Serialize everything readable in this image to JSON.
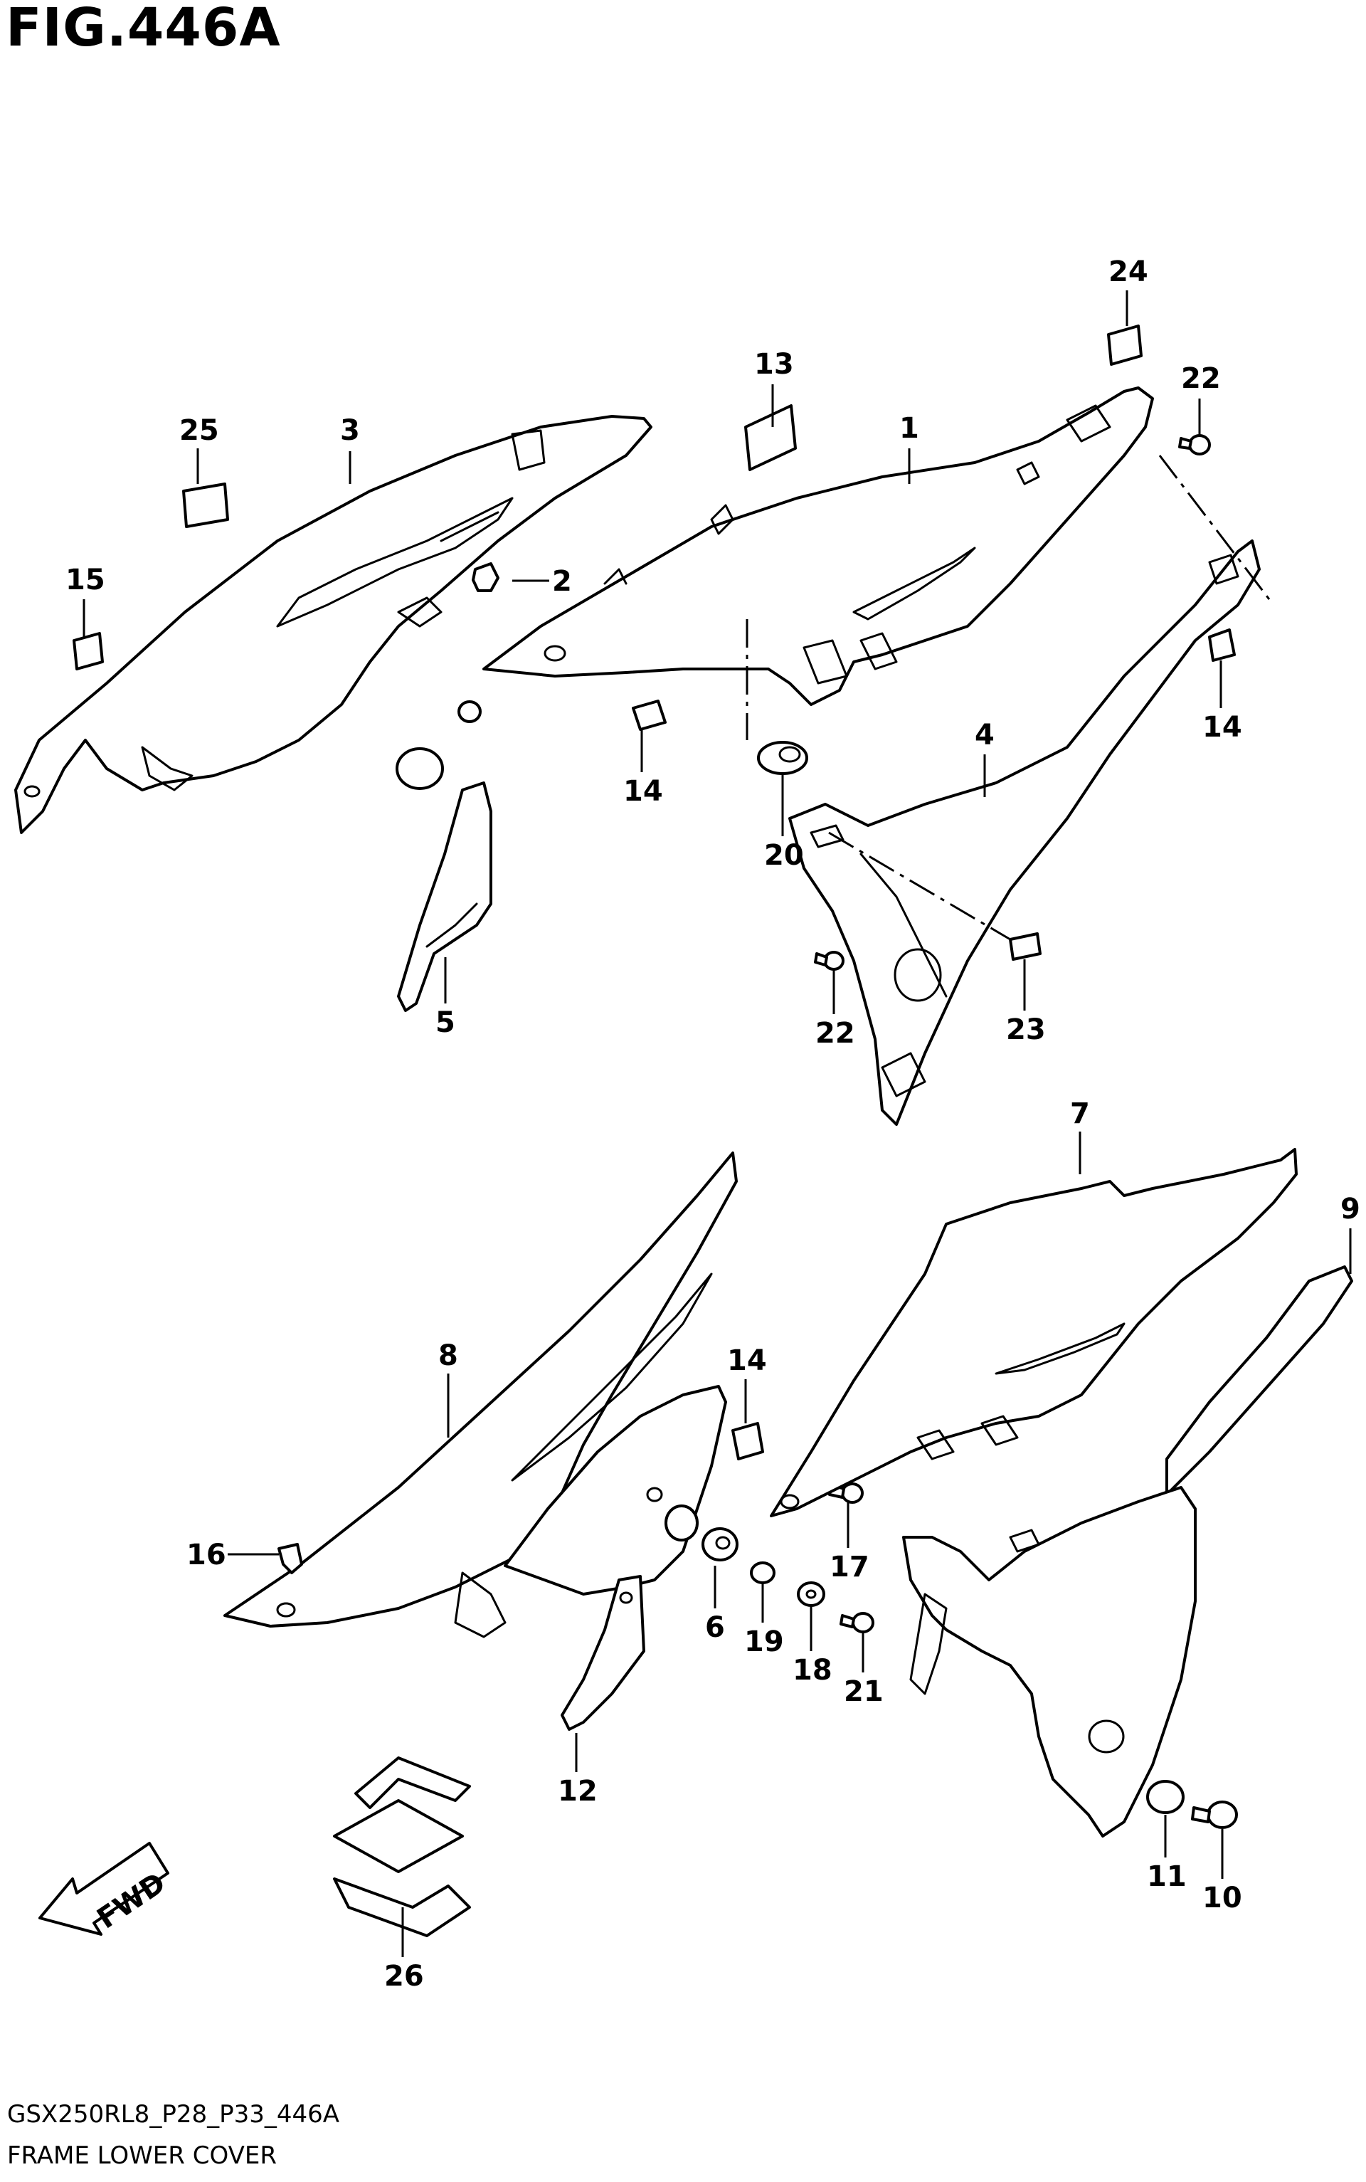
{
  "figure": {
    "title": "FIG.446A",
    "diagram_code": "GSX250RL8_P28_P33_446A",
    "diagram_name": "FRAME LOWER COVER",
    "fwd_label": "FWD"
  },
  "callouts": [
    "1",
    "2",
    "3",
    "4",
    "5",
    "6",
    "7",
    "8",
    "9",
    "10",
    "11",
    "12",
    "13",
    "14",
    "14",
    "14",
    "15",
    "16",
    "17",
    "18",
    "19",
    "20",
    "21",
    "22",
    "22",
    "23",
    "24",
    "25",
    "26"
  ]
}
